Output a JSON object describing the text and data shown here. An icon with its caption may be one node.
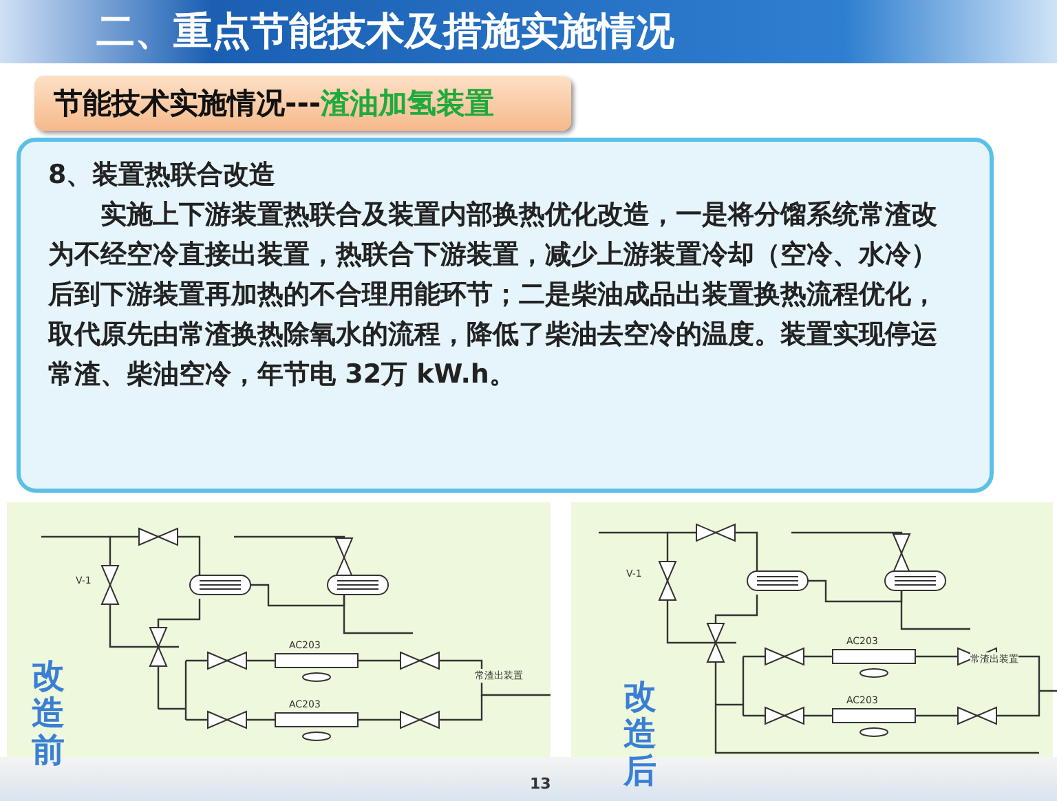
{
  "diagram": {
    "title": "二、重点节能技术及措施实施情况",
    "nodes": [
      {
        "text": [
          "节能技术实施情况---",
          "渣油加氢装置"
        ]
      },
      {
        "text": [
          "8、装置热联合改造",
          "实施上下游装置热联合及装置内部换热优化改造，一是将分馏系统常渣改为不经空冷直接出装置，热联合下游装置，减少上游装置冷却（空冷、水冷）后到下游装置再加热的不合理用能环节；二是柴油成品出装置换热流程优化，取代原先由常渣换热除氧水的流程，降低了柴油去空冷的温度。装置实现停运常渣、柴油空冷，年节电 32万 kW.h。"
        ]
      }
    ],
    "labels": [
      "V-1",
      "AC203",
      "AC203",
      "常渣出装置",
      "改造前",
      "V-1",
      "AC203",
      "AC203",
      "常渣出装置",
      "改造后",
      "13"
    ]
  }
}
